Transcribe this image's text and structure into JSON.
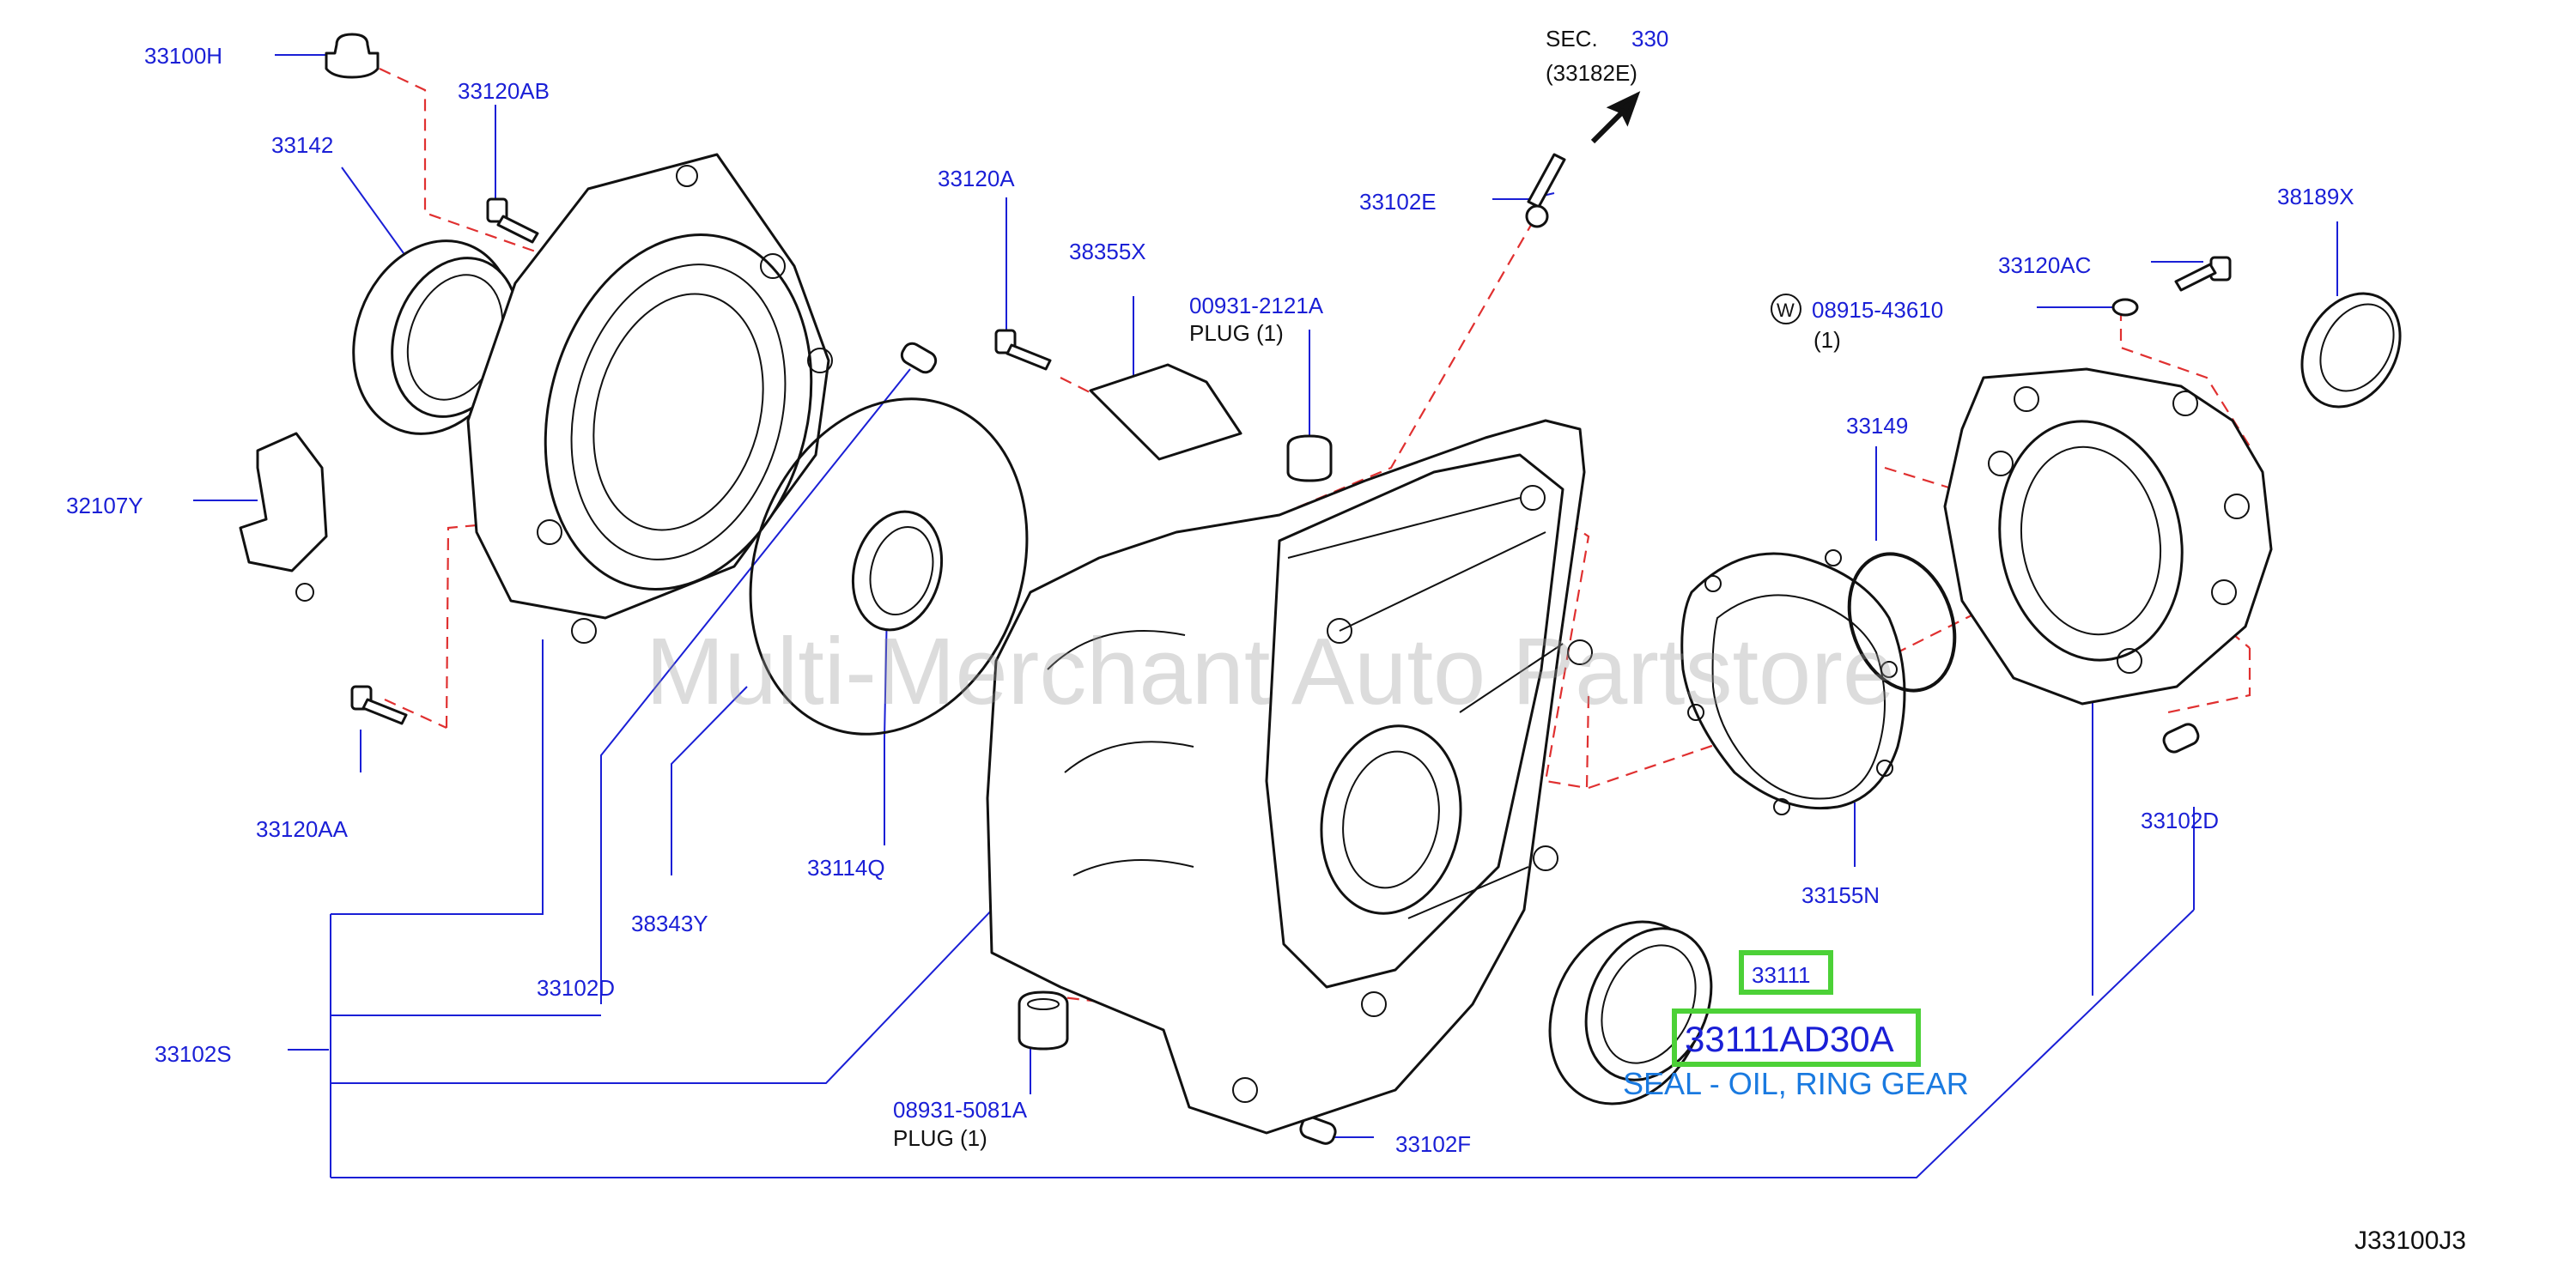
{
  "diagram_id": "J33100J3",
  "watermark": "Multi-Merchant Auto Partstore",
  "section_ref": {
    "prefix": "SEC.",
    "number": "330",
    "sub": "(33182E)"
  },
  "highlight_colors": {
    "box": "#4cd137",
    "label": "#1a1fd6",
    "description": "#1a7ae0",
    "dashed": "#e03030"
  },
  "labels": {
    "p33100H": "33100H",
    "p33120AB": "33120AB",
    "p33142": "33142",
    "p32107Y": "32107Y",
    "p33120AA": "33120AA",
    "p33120A": "33120A",
    "p38355X": "38355X",
    "p00931": "00931-2121A",
    "p00931_plug": "PLUG    (1)",
    "p33102E": "33102E",
    "p38189X": "38189X",
    "p33120AC": "33120AC",
    "p08915_w": "W",
    "p08915": "08915-43610",
    "p08915_qty": "(1)",
    "p33149": "33149",
    "p33114Q": "33114Q",
    "p38343Y": "38343Y",
    "p33102D_left": "33102D",
    "p33102S": "33102S",
    "p33155N": "33155N",
    "p33102D_right": "33102D",
    "p33111": "33111",
    "p33111AD30A": "33111AD30A",
    "p33111_desc": "SEAL - OIL, RING GEAR",
    "p08931": "08931-5081A",
    "p08931_plug": "PLUG    (1)",
    "p33102F": "33102F"
  }
}
